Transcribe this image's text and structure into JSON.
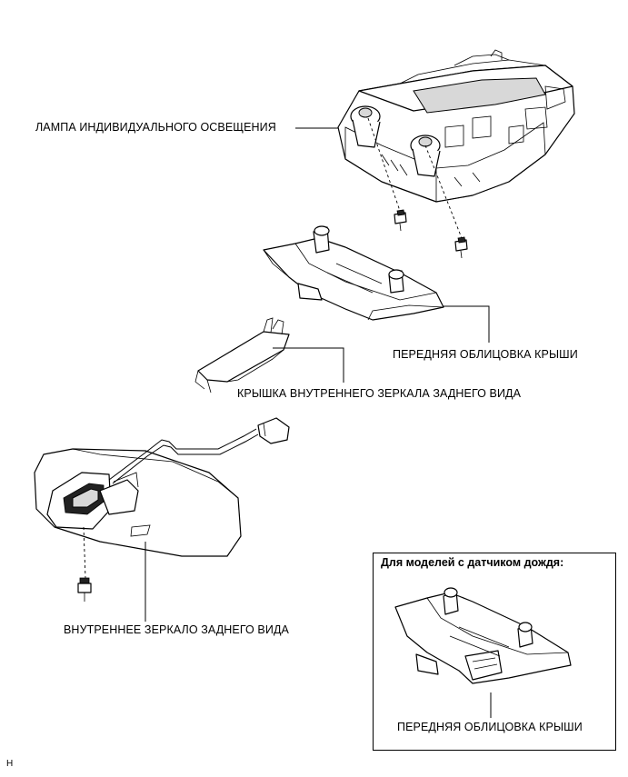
{
  "labels": {
    "lamp": "ЛАМПА ИНДИВИДУАЛЬНОГО ОСВЕЩЕНИЯ",
    "front_trim": "ПЕРЕДНЯЯ ОБЛИЦОВКА КРЫШИ",
    "mirror_cover": "КРЫШКА ВНУТРЕННЕГО ЗЕРКАЛА ЗАДНЕГО ВИДА",
    "mirror": "ВНУТРЕННЕЕ ЗЕРКАЛО ЗАДНЕГО ВИДА"
  },
  "inset": {
    "title": "Для моделей с датчиком дождя:",
    "label": "ПЕРЕДНЯЯ ОБЛИЦОВКА КРЫШИ"
  },
  "figure_code": "H"
}
